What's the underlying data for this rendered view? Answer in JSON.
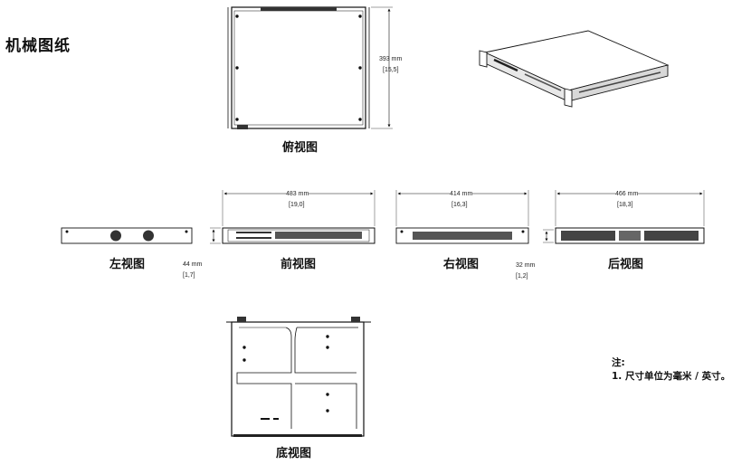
{
  "title": "机械图纸",
  "views": {
    "top": "俯视图",
    "left": "左视图",
    "front": "前视图",
    "right": "右视图",
    "rear": "后视图",
    "bottom": "底视图"
  },
  "dimensions": {
    "depth_mm": "393 mm",
    "depth_in": "[15,5]",
    "front_width_mm": "483 mm",
    "front_width_in": "[19,0]",
    "right_width_mm": "414 mm",
    "right_width_in": "[16,3]",
    "rear_width_mm": "466 mm",
    "rear_width_in": "[18,3]",
    "height_mm": "44 mm",
    "height_in": "[1,7]",
    "rear_height_mm": "32 mm",
    "rear_height_in": "[1,2]"
  },
  "notes": {
    "heading": "注:",
    "line1": "1. 尺寸单位为毫米 / 英寸。"
  }
}
